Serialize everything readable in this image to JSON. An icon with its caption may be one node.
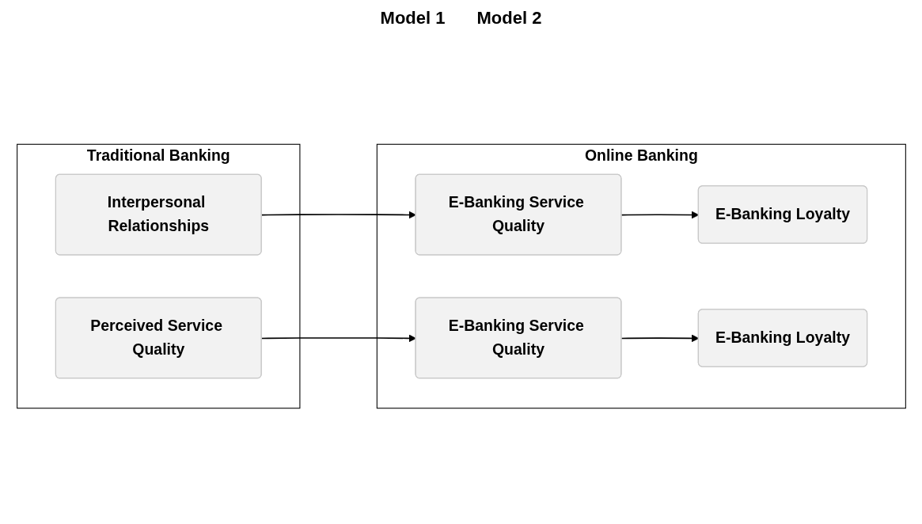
{
  "diagram": {
    "nodes": [
      {
        "text": [
          "Traditional Banking"
        ]
      },
      {
        "text": [
          "Interpersonal Relationships"
        ],
        "in": 0
      },
      {
        "text": [
          "Perceived Service Quality"
        ],
        "in": 0
      },
      {
        "text": [
          "Online Banking"
        ]
      },
      {
        "text": [
          "E-Banking Service Quality"
        ],
        "in": 3
      },
      {
        "text": [
          "E-Banking Loyalty"
        ],
        "in": 3
      },
      {
        "text": [
          "E-Banking Service Quality"
        ],
        "in": 3
      },
      {
        "text": [
          "E-Banking Loyalty"
        ],
        "in": 3
      }
    ],
    "edges": [
      {
        "from": 1,
        "to": 4,
        "arrow": "to"
      },
      {
        "from": 4,
        "to": 5,
        "arrow": "to"
      },
      {
        "from": 2,
        "to": 6,
        "arrow": "to"
      },
      {
        "from": 6,
        "to": 7,
        "arrow": "to"
      }
    ],
    "labels": [
      "Model 1",
      "Model 2"
    ]
  }
}
